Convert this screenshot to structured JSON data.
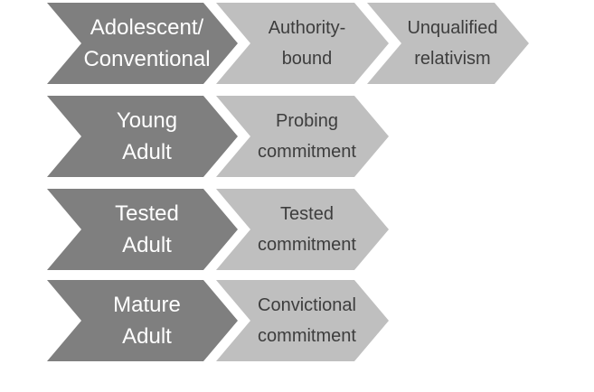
{
  "diagram": {
    "type": "chevron-process",
    "colors": {
      "stage_fill": "#7f7f7f",
      "substage_fill": "#bfbfbf",
      "stage_text": "#ffffff",
      "substage_text": "#3d3d3d",
      "background": "#ffffff"
    },
    "rows": [
      {
        "stage": {
          "line1": "Adolescent/",
          "line2": "Conventional"
        },
        "substages": [
          {
            "line1": "Authority-",
            "line2": "bound"
          },
          {
            "line1": "Unqualified",
            "line2": "relativism"
          }
        ]
      },
      {
        "stage": {
          "line1": "Young",
          "line2": "Adult"
        },
        "substages": [
          {
            "line1": "Probing",
            "line2": "commitment"
          }
        ]
      },
      {
        "stage": {
          "line1": "Tested",
          "line2": "Adult"
        },
        "substages": [
          {
            "line1": "Tested",
            "line2": "commitment"
          }
        ]
      },
      {
        "stage": {
          "line1": "Mature",
          "line2": "Adult"
        },
        "substages": [
          {
            "line1": "Convictional",
            "line2": "commitment"
          }
        ]
      }
    ]
  }
}
